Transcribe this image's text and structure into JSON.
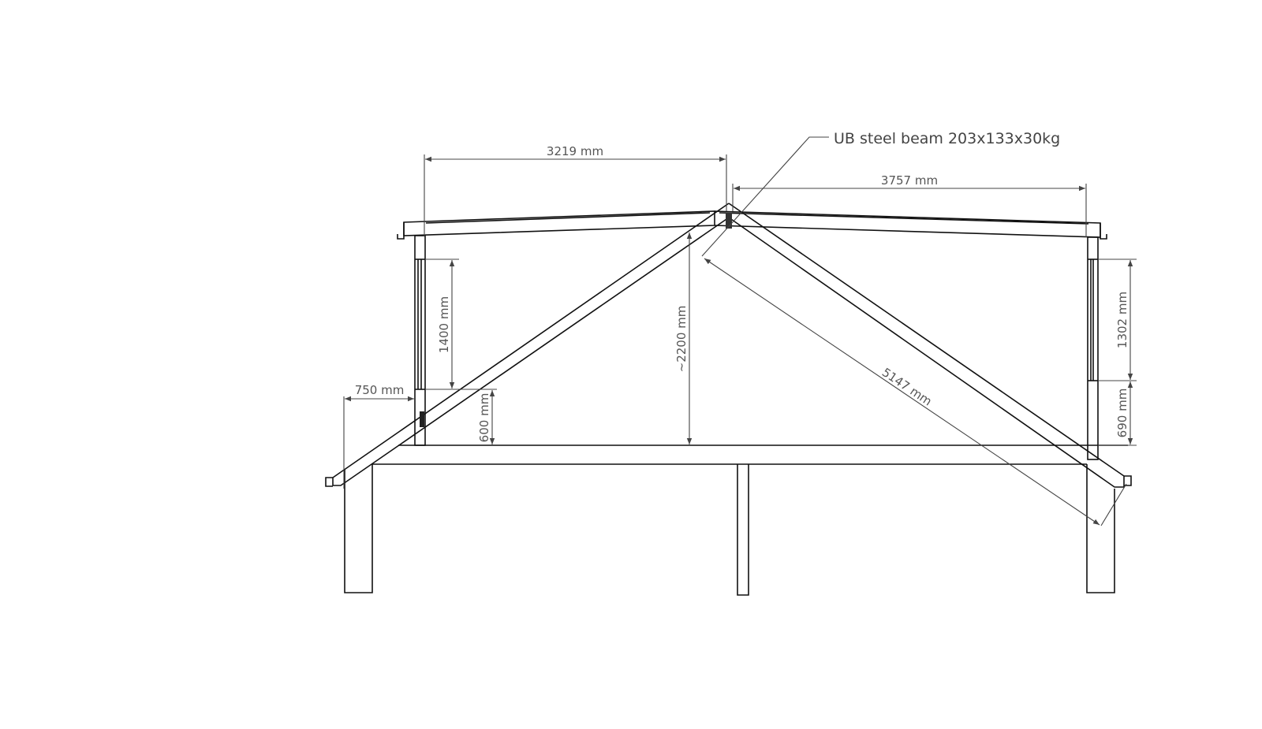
{
  "drawing": {
    "type": "cross-section",
    "subject": "roof structure elevation",
    "callout": {
      "label": "UB steel beam 203x133x30kg"
    },
    "dimensions": {
      "left_span": "3219 mm",
      "right_span": "3757 mm",
      "left_window_height": "1400 mm",
      "left_sill_height": "600 mm",
      "left_overhang": "750 mm",
      "ridge_height": "~2200 mm",
      "rafter_length": "5147 mm",
      "right_window_height": "1302 mm",
      "right_sill_height": "690 mm"
    },
    "colors": {
      "structure": "#111111",
      "dimension": "#444444",
      "text": "#555555"
    }
  }
}
